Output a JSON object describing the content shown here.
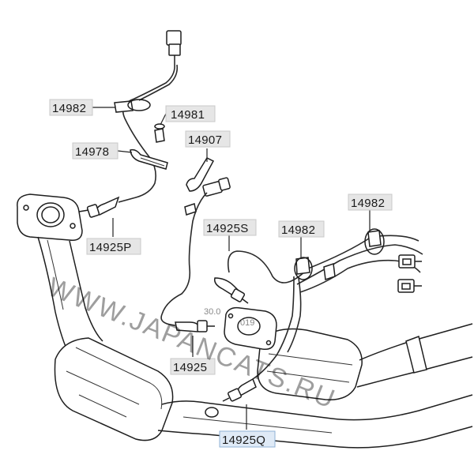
{
  "diagram": {
    "part_labels": {
      "p14982_top": "14982",
      "p14981": "14981",
      "p14978": "14978",
      "p14907": "14907",
      "p14982_right": "14982",
      "p14982_mid": "14982",
      "p14925s": "14925S",
      "p14925p": "14925P",
      "p14925": "14925",
      "p14925q": "14925Q"
    },
    "ghost_text": {
      "gasket_a": "30.0",
      "gasket_b": "019"
    },
    "watermark": "WWW.JAPANCATS.RU"
  }
}
